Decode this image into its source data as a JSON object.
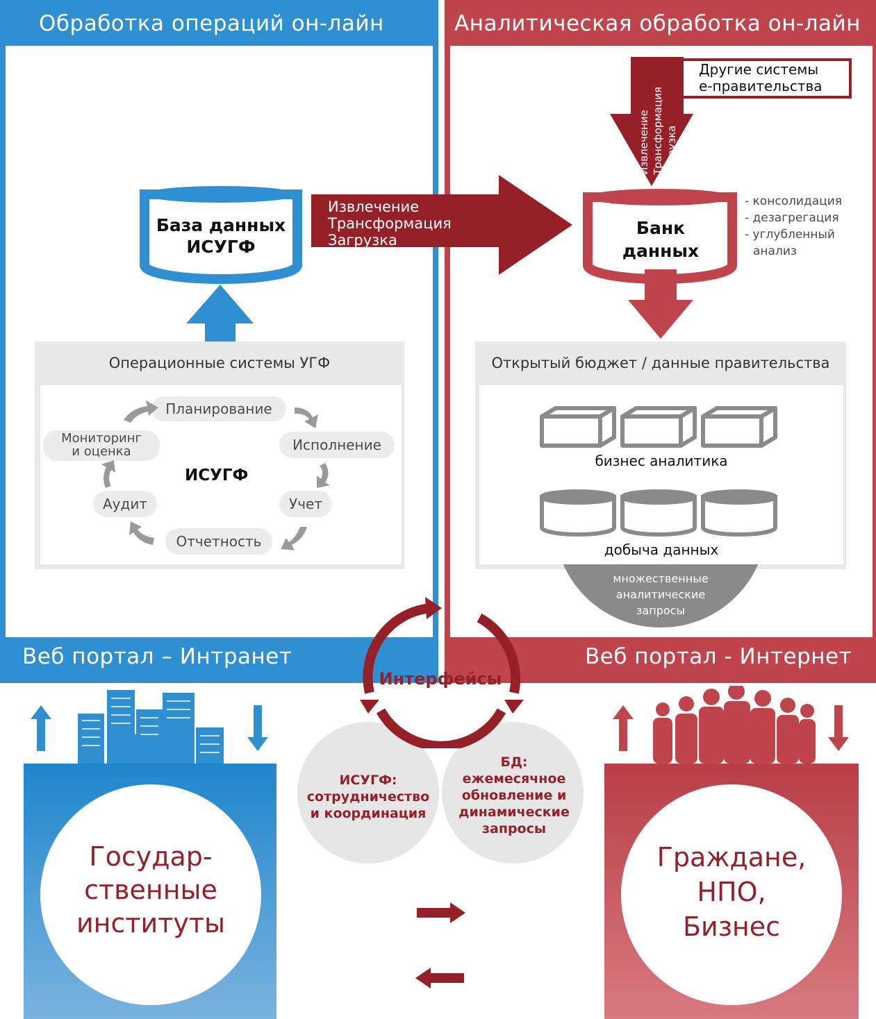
{
  "left": {
    "header": "Обработка операций он-лайн",
    "db_label": [
      "База данных",
      "ИСУГФ"
    ],
    "ops_title": "Операционные системы УГФ",
    "cycle_center": "ИСУГФ",
    "cycle": {
      "planning": "Планирование",
      "execution": "Исполнение",
      "accounting": "Учет",
      "reporting": "Отчетность",
      "audit": "Аудит",
      "monitoring": [
        "Мониторинг",
        "и оценка"
      ]
    },
    "portal": "Веб портал – Интранет",
    "audience": [
      "Государ-",
      "ственные",
      "институты"
    ]
  },
  "etl": [
    "Извлечение",
    "Трансформация",
    "Загрузка"
  ],
  "right": {
    "header": "Аналитическая обработка он-лайн",
    "etl_vertical": [
      "Извлечение",
      "Трансформация",
      "Загрузка"
    ],
    "other_systems": [
      "Другие системы",
      "е-правительства"
    ],
    "bank_label": [
      "Банк",
      "данных"
    ],
    "bank_features": [
      "- консолидация",
      "- дезагрегация",
      "- углубленный",
      "анализ"
    ],
    "open_budget_title": "Открытый бюджет / данные правительства",
    "bi_label": "бизнес аналитика",
    "mining_label": "добыча данных",
    "queries": [
      "множественные",
      "аналитические",
      "запросы"
    ],
    "portal": "Веб портал - Интернет",
    "audience": [
      "Граждане,",
      "НПО,",
      "Бизнес"
    ]
  },
  "interfaces": {
    "title": "Интерфейсы",
    "left_circle": [
      "ИСУГФ:",
      "сотрудничество",
      "и координация"
    ],
    "right_circle": [
      "БД:",
      "ежемесячное",
      "обновление и",
      "динамические",
      "запросы"
    ]
  },
  "colors": {
    "blue": "#2f8fd0",
    "red_header": "#c0444c",
    "dark_red": "#952028",
    "gray_panel": "#e8e8e8"
  }
}
